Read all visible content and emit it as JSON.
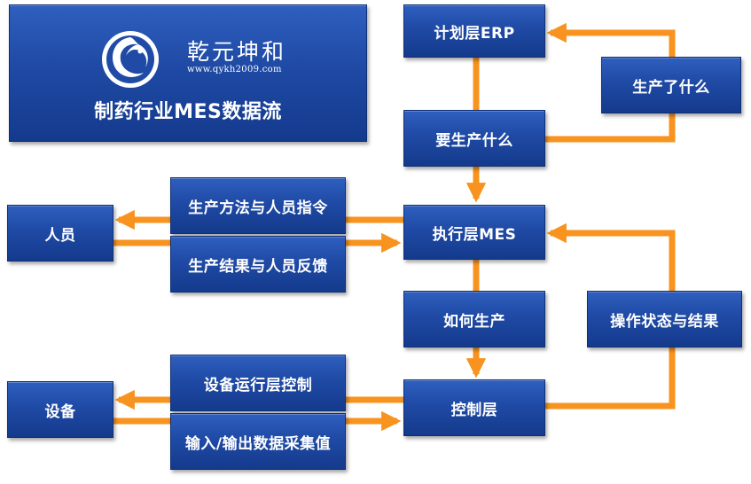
{
  "title_block": {
    "brand_name": "乾元坤和",
    "brand_url": "www.qykh2009.com",
    "title": "制药行业MES数据流"
  },
  "nodes": {
    "erp": "计划层ERP",
    "what_produced": "生产了什么",
    "what_to_produce": "要生产什么",
    "mes": "执行层MES",
    "how_to_produce": "如何生产",
    "op_status": "操作状态与结果",
    "control": "控制层",
    "personnel": "人员",
    "equipment": "设备",
    "method_instruction": "生产方法与人员指令",
    "result_feedback": "生产结果与人员反馈",
    "equipment_control": "设备运行层控制",
    "io_data": "输入/输出数据采集值"
  },
  "colors": {
    "box_fill": "#1f4aa5",
    "arrow": "#f7931e",
    "text": "#ffffff"
  }
}
